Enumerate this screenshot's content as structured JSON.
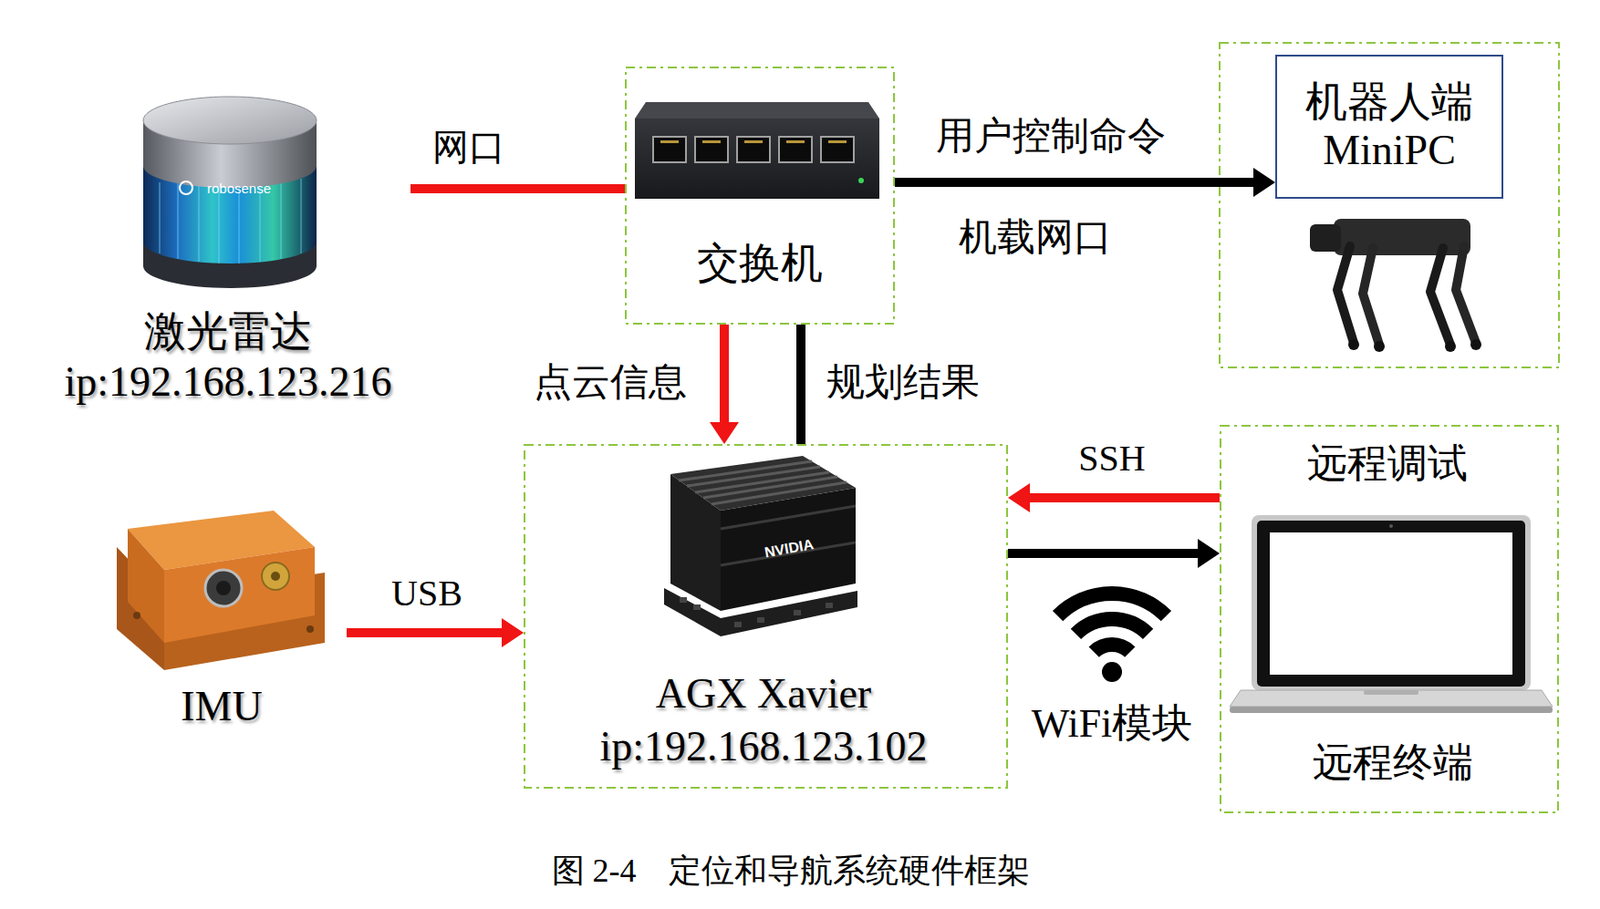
{
  "diagram": {
    "caption": "图 2-4    定位和导航系统硬件框架",
    "nodes": [
      {
        "text": [
          "激光雷达",
          "ip:192.168.123.216"
        ]
      },
      {
        "text": [
          "交换机"
        ]
      },
      {
        "text": [
          "机器人端 MiniPC"
        ]
      },
      {
        "text": [
          "远程调试",
          "远程终端"
        ]
      },
      {
        "text": [
          "AGX Xavier",
          "ip:192.168.123.102"
        ]
      },
      {
        "text": [
          "IMU"
        ]
      }
    ],
    "edges": [
      {
        "from": 0,
        "to": 1,
        "label": "网口",
        "arrow": "none"
      },
      {
        "from": 1,
        "to": 2,
        "label": "用户控制命令",
        "arrow": "to"
      },
      {
        "from": 1,
        "to": 4,
        "label": "点云信息",
        "arrow": "to"
      },
      {
        "from": 4,
        "to": 1,
        "label": "规划结果",
        "arrow": "none"
      },
      {
        "from": 3,
        "to": 4,
        "label": "SSH",
        "arrow": "to"
      },
      {
        "from": 4,
        "to": 3,
        "arrow": "to"
      },
      {
        "from": 5,
        "to": 4,
        "label": "USB",
        "arrow": "to"
      }
    ],
    "labels": [
      "机载网口",
      "WiFi模块",
      "robosense",
      "NVIDIA"
    ]
  }
}
